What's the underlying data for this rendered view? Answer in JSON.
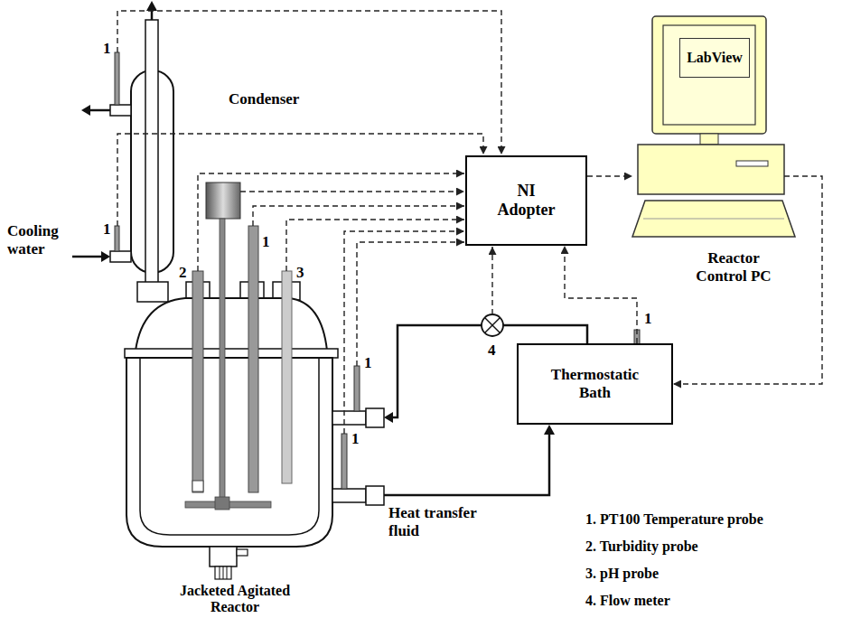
{
  "diagram": {
    "nodes": [
      {
        "text": [
          "NI Adopter"
        ]
      },
      {
        "text": [
          "Reactor Control PC"
        ]
      },
      {
        "text": [
          "LabView"
        ],
        "in": 1
      },
      {
        "text": [
          "Thermostatic Bath"
        ]
      }
    ],
    "edges": [
      {
        "from": 0,
        "to": 1,
        "arrow": "to"
      },
      {
        "from": 1,
        "to": 3,
        "arrow": "to"
      },
      {
        "from": 3,
        "to": 0,
        "arrow": "to"
      }
    ],
    "labels": [
      "Condenser",
      "1",
      "1",
      "Cooling water",
      "2",
      "1",
      "3",
      "1",
      "4",
      "1",
      "1",
      "Heat transfer fluid",
      "Jacketed Agitated Reactor",
      "1. PT100 Temperature probe",
      "2. Turbidity probe",
      "3. pH probe",
      "4. Flow meter"
    ]
  }
}
